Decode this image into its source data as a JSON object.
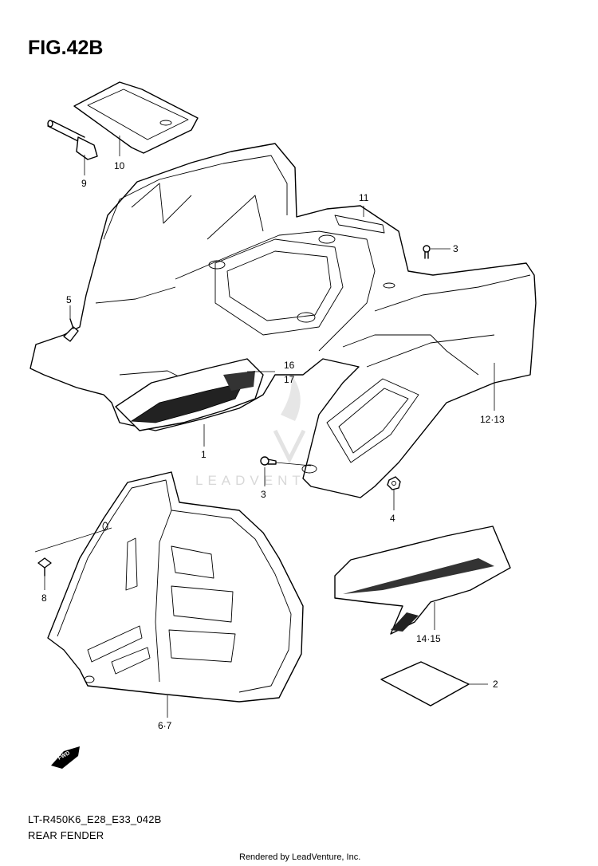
{
  "figure": {
    "title": "FIG.42B",
    "model_code": "LT-R450K6_E28_E33_042B",
    "section_name": "REAR FENDER",
    "credit": "Rendered by LeadVenture, Inc.",
    "watermark": "LEADVENTURE",
    "fwd_arrow_label": "FWD"
  },
  "callouts": [
    {
      "id": "c10",
      "label": "10"
    },
    {
      "id": "c9",
      "label": "9"
    },
    {
      "id": "c11",
      "label": "11"
    },
    {
      "id": "c3a",
      "label": "3"
    },
    {
      "id": "c5",
      "label": "5"
    },
    {
      "id": "c16",
      "label": "16"
    },
    {
      "id": "c17",
      "label": "17"
    },
    {
      "id": "c1213",
      "label": "12·13"
    },
    {
      "id": "c1",
      "label": "1"
    },
    {
      "id": "c3b",
      "label": "3"
    },
    {
      "id": "c4",
      "label": "4"
    },
    {
      "id": "c8",
      "label": "8"
    },
    {
      "id": "c1415",
      "label": "14·15"
    },
    {
      "id": "c2",
      "label": "2"
    },
    {
      "id": "c67",
      "label": "6·7"
    }
  ],
  "colors": {
    "line": "#000000",
    "background": "#ffffff",
    "watermark": "#d8d8d8"
  }
}
